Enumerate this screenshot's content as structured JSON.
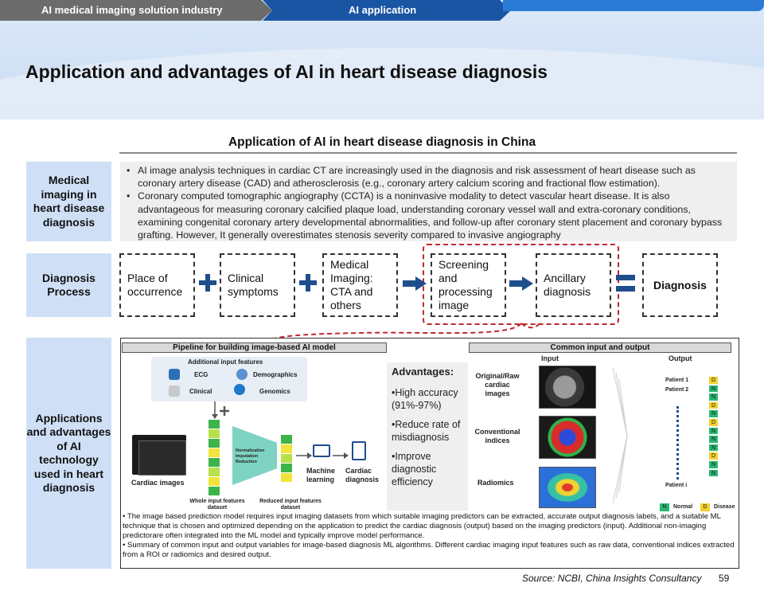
{
  "tabs": {
    "tab1": "AI medical imaging solution industry",
    "tab2": "AI application"
  },
  "page_title": "Application and advantages of AI in heart disease diagnosis",
  "section_title": "Application of AI in heart disease diagnosis in China",
  "row_labels": {
    "medical_imaging": "Medical imaging in heart disease diagnosis",
    "diagnosis_process": "Diagnosis Process",
    "applications": "Applications and advantages of AI technology used in heart diagnosis"
  },
  "medical_imaging_bullets": [
    "AI image analysis techniques in cardiac CT are increasingly used in the diagnosis and risk assessment of heart disease such as coronary artery disease (CAD) and atherosclerosis (e.g., coronary artery calcium scoring and fractional flow estimation).",
    "Coronary computed tomographic angiography (CCTA) is a noninvasive modality to detect vascular heart disease. It is also advantageous for measuring coronary calcified plaque load, understanding coronary vessel wall and extra-coronary conditions, examining congenital coronary artery developmental abnormalities, and follow-up after coronary stent placement and coronary bypass grafting. However, It generally overestimates stenosis severity compared to invasive angiography"
  ],
  "process_steps": {
    "place": "Place of occurrence",
    "symptoms": "Clinical symptoms",
    "imaging": "Medical Imaging: CTA and others",
    "screening": "Screening and processing image",
    "ancillary": "Ancillary diagnosis",
    "diagnosis": "Diagnosis"
  },
  "pipeline": {
    "title": "Pipeline for building image-based AI model",
    "additional_title": "Additional input features",
    "features": [
      "ECG",
      "Demographics",
      "Clinical",
      "Genomics"
    ],
    "cardiac_images": "Cardiac images",
    "funnel_label": "Normalization Imputation Reduction",
    "whole_dataset": "Whole input features dataset",
    "reduced_dataset": "Reduced input features dataset",
    "ml": "Machine learning",
    "cardiac_diagnosis": "Cardiac diagnosis"
  },
  "advantages": {
    "title": "Advantages:",
    "items": [
      "•High accuracy (91%-97%)",
      "•Reduce rate of misdiagnosis",
      "•Improve diagnostic efficiency"
    ]
  },
  "common_io": {
    "title": "Common input and output",
    "input": "Input",
    "output": "Output",
    "rows": [
      "Original/Raw cardiac images",
      "Conventional indices",
      "Radiomics"
    ],
    "patient1": "Patient 1",
    "patient2": "Patient 2",
    "patienti": "Patient i",
    "dn_column": [
      "D",
      "N",
      "N",
      "D",
      "N",
      "D",
      "N",
      "N",
      "N",
      "D",
      "N",
      "N"
    ],
    "legend_normal": "Normal",
    "legend_disease": "Disease",
    "legend_n": "N",
    "legend_d": "D"
  },
  "bottom_bullets": [
    "• The image based prediction model requires input imaging datasets from which suitable imaging predictors can be extracted, accurate output diagnosis labels, and a suitable ML technique that is chosen and optimized depending on the application to predict the cardiac diagnosis (output) based on the imaging predictors (input). Additional non-imaging predictorare often integrated into the ML model and typically improve model performance.",
    "• Summary of common input and output variables for image-based diagnosis ML algorithms. Different cardiac imaging input features such as raw data, conventional indices extracted from a ROI or radiomics and desired output."
  ],
  "source": "Source: NCBI,  China Insights Consultancy",
  "page_number": "59",
  "colors": {
    "nav_gray": "#6c6c6c",
    "nav_blue": "#1a55a3",
    "label_bg": "#cfe0f6",
    "accent_dark_blue": "#1f4e8c",
    "dashed_red": "#c0282d",
    "normal_green": "#2bb673",
    "disease_yellow": "#f2d230"
  }
}
